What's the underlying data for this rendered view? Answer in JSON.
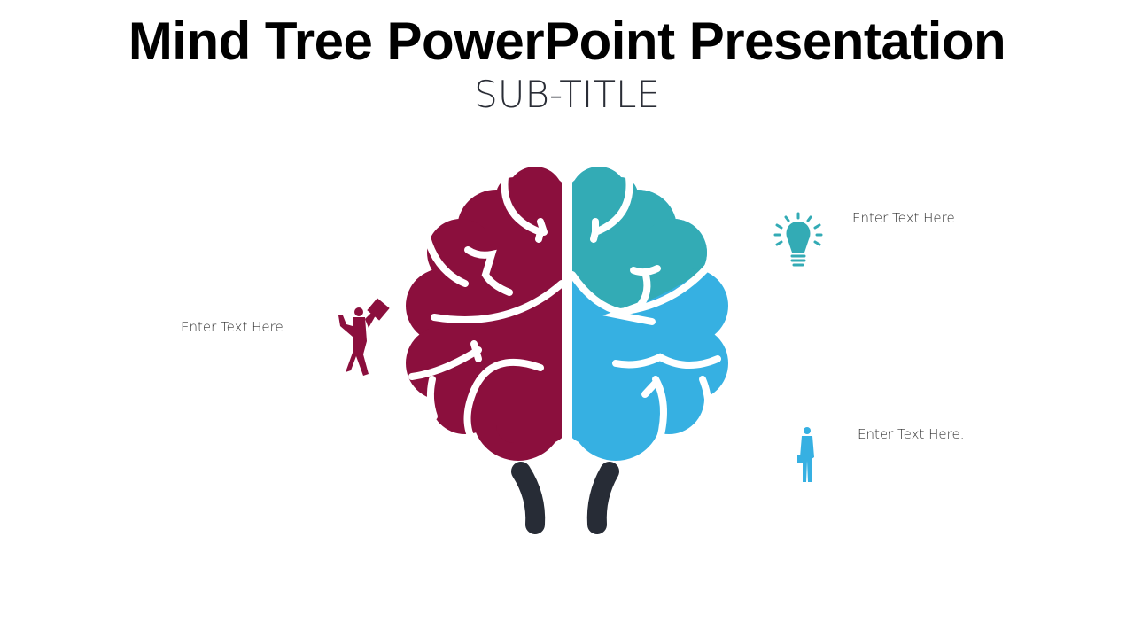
{
  "slide": {
    "title": "Mind Tree PowerPoint Presentation",
    "subtitle": "SUB-TITLE"
  },
  "labels": {
    "left": "Enter Text Here.",
    "top_right": "Enter Text Here.",
    "bottom_right": "Enter Text Here."
  },
  "icons": {
    "left": "celebrating-businessman-icon",
    "top_right": "lightbulb-icon",
    "bottom_right": "standing-businessman-icon"
  },
  "colors": {
    "left_hemisphere": "#8b0f3d",
    "right_top": "#33abb5",
    "right_bottom": "#36b0e2",
    "stem": "#272c36"
  }
}
